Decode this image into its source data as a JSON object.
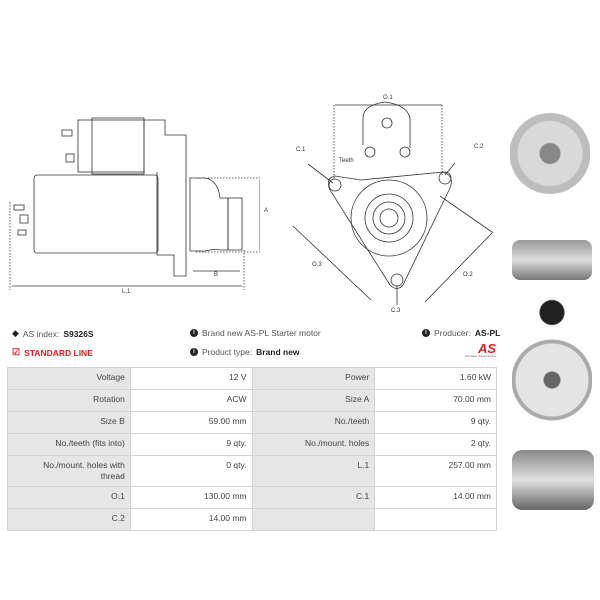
{
  "drawing": {
    "side": {
      "dim_a": "A",
      "dim_b": "B",
      "dim_l1": "L.1"
    },
    "front": {
      "o1": "O.1",
      "o2": "O.2",
      "o3": "O.3",
      "c1": "C.1",
      "c2": "C.2",
      "c3": "C.3",
      "teeth": "Teeth"
    }
  },
  "info": {
    "as_index_label": "AS index:",
    "as_index_value": "S9326S",
    "standard_line": "STANDARD LINE",
    "description": "Brand new AS-PL Starter motor",
    "product_type_label": "Product type:",
    "product_type_value": "Brand new",
    "producer_label": "Producer:",
    "producer_value": "AS-PL",
    "logo_text": "AS",
    "logo_tagline": "Alternators, Starters & Parts"
  },
  "specs": [
    [
      {
        "label": "Voltage",
        "value": "12 V"
      },
      {
        "label": "Power",
        "value": "1.60 kW"
      }
    ],
    [
      {
        "label": "Rotation",
        "value": "ACW"
      },
      {
        "label": "Size A",
        "value": "70.00 mm"
      }
    ],
    [
      {
        "label": "Size B",
        "value": "59.00 mm"
      },
      {
        "label": "No./teeth",
        "value": "9 qty."
      }
    ],
    [
      {
        "label": "No./teeth (fits into)",
        "value": "9 qty."
      },
      {
        "label": "No./mount. holes",
        "value": "2 qty."
      }
    ],
    [
      {
        "label": "No./mount. holes with thread",
        "value": "0 qty."
      },
      {
        "label": "L.1",
        "value": "257.00 mm"
      }
    ],
    [
      {
        "label": "O.1",
        "value": "130.00 mm"
      },
      {
        "label": "C.1",
        "value": "14.00 mm"
      }
    ],
    [
      {
        "label": "C.2",
        "value": "14.00 mm"
      },
      {
        "label": "",
        "value": ""
      }
    ]
  ]
}
